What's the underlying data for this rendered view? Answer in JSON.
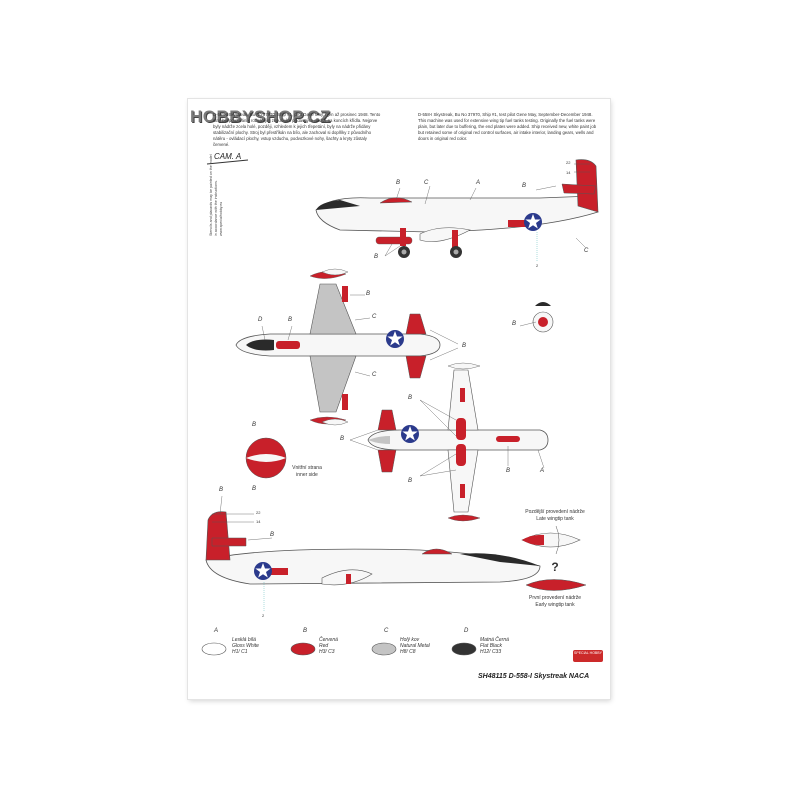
{
  "logo": "HOBBYSHOP.CZ",
  "text_cz": "D-558-I Skystreak, Bu No 37970, Ship #1, pilot Gene May, říjen až prosinec 1948. Tento stroj byl používán k rozsáhlým zkouškám přídavných nádrží na koncích křídla. Nejprve byly nádrže zcela holé, později, vzhledem k jejich třepetání, byly na nádrže přidány stabilizační plochy. Stroj byl přestříkán na bílo, ale zachoval si doplňky z původního nátěru - ovládací plochy, vstup vzduchu, podvozkové nohy, šachty a kryty zůstaly červené.",
  "text_en": "D-558-I Skystreak, Bu No 37970, Ship #1, test pilot Gene May, September-December 1948. This machine was used for extensive wing tip fuel tanks testing. Originally the fuel tanks were plain, but later due to buffering, the end plates were added. Ship received new, white paint job but retained some of original red control surfaces, air intake interior, landing gears, wells and doors in original red color.",
  "camo_label": "CAM. A",
  "vertical_note": "Stencils and placards may be painted on the model in accordance with the instructions. www.specialhobby.eu",
  "letters": {
    "a": "A",
    "b": "B",
    "c": "C",
    "d": "D"
  },
  "numbers": {
    "n22": "22",
    "n14": "14",
    "n2": "2"
  },
  "inner_side_cz": "Vnitřní strana",
  "inner_side_en": "inner side",
  "late_tank_cz": "Pozdější provedení nádrže",
  "late_tank_en": "Late wingtip tank",
  "question_mark": "?",
  "early_tank_cz": "První provedení nádrže",
  "early_tank_en": "Early wingtip tank",
  "legend": [
    {
      "letter": "A",
      "cz": "Lesklá bílá",
      "en": "Gloss White",
      "code": "H1/ C1",
      "color": "#ffffff"
    },
    {
      "letter": "B",
      "cz": "Červená",
      "en": "Red",
      "code": "H3/ C3",
      "color": "#c8202a"
    },
    {
      "letter": "C",
      "cz": "Holý kov",
      "en": "Natural Metal",
      "code": "H8/ C8",
      "color": "#c0c0c0"
    },
    {
      "letter": "D",
      "cz": "Matná Černá",
      "en": "Flat Black",
      "code": "H12/ C33",
      "color": "#333333"
    }
  ],
  "title": "SH48115 D-558-I Skystreak NACA",
  "stamp": "SPECIAL HOBBY",
  "colors": {
    "red": "#c8202a",
    "white": "#f7f7f7",
    "metal": "#c4c4c4",
    "black": "#2a2a2a",
    "blue": "#2b3a8c"
  }
}
